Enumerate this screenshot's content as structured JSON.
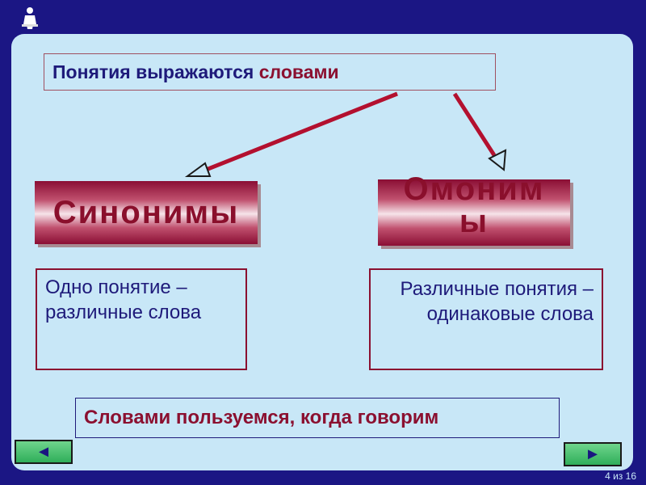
{
  "top": {
    "prefix": "Понятия выражаются ",
    "accent": "словами"
  },
  "synonyms": {
    "title": "Синонимы",
    "definition": "Одно понятие – различные слова"
  },
  "homonyms": {
    "title": "Омоним\nы",
    "definition": "Различные понятия – одинаковые слова"
  },
  "bottom": {
    "text": "Словами пользуемся, когда говорим"
  },
  "nav": {
    "prev_glyph": "◄",
    "next_glyph": "►"
  },
  "page": {
    "label": "4 из 16"
  },
  "colors": {
    "frame": "#1b1684",
    "panel": "#c8e7f7",
    "accent": "#8b1030",
    "text": "#1e1a7a",
    "nav": "#3cbf66"
  },
  "icons": {
    "logo": "reader-figure-icon"
  }
}
